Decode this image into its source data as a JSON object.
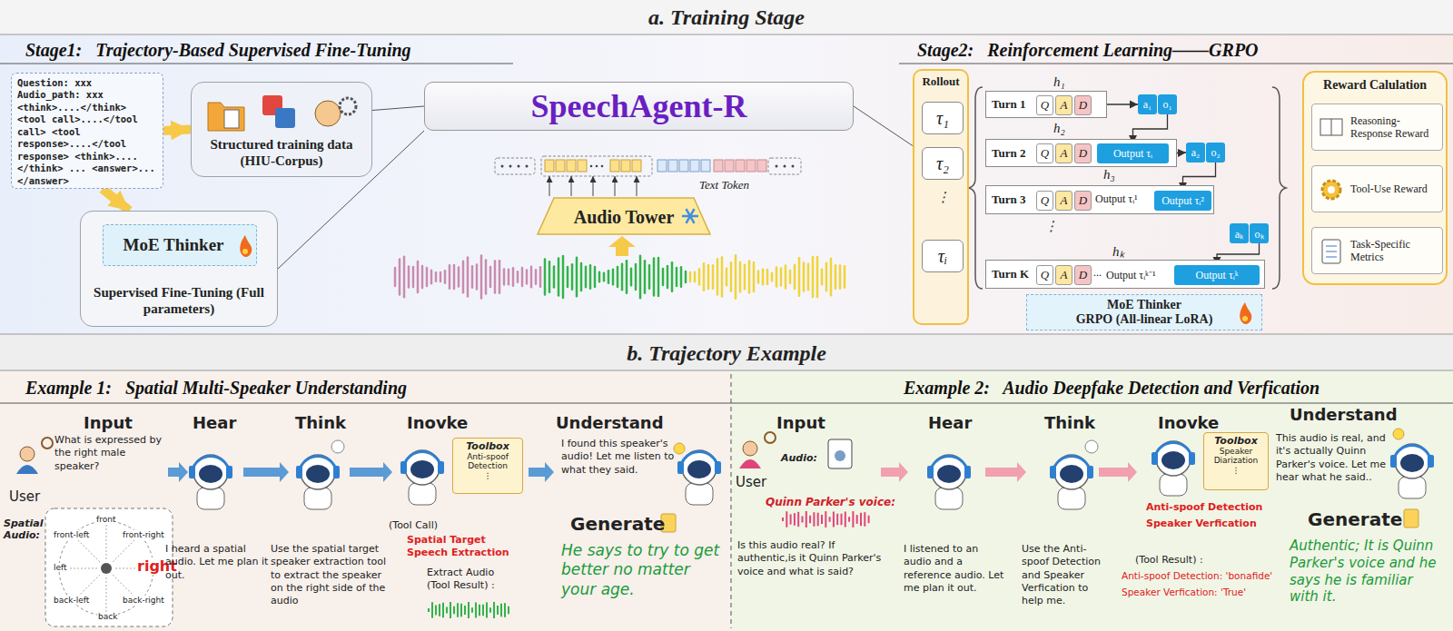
{
  "diagram": {
    "nodes": [
      {
        "text": [
          "Question: xxx Audio_path: xxx <think>....</think> <tool call>....</tool call> <tool response>....</tool response> <think>....</think> ... <answer>...</answer>"
        ]
      },
      {
        "text": [
          "Structured training data (HIU-Corpus)"
        ]
      },
      {
        "text": [
          "Supervised Fine-Tuning (Full parameters)"
        ]
      },
      {
        "text": [
          "MoE Thinker"
        ],
        "in": 2
      },
      {
        "text": [
          "SpeechAgent-R"
        ]
      },
      {
        "text": [
          "Audio Tower"
        ]
      },
      {
        "text": [
          "Rollout"
        ]
      },
      {
        "text": [
          "τ₁"
        ],
        "in": 6
      },
      {
        "text": [
          "τ₂"
        ],
        "in": 6
      },
      {
        "text": [
          "τᵢ"
        ],
        "in": 6
      },
      {
        "text": [
          "Turn 1"
        ]
      },
      {
        "text": [
          "Q"
        ],
        "in": 10
      },
      {
        "text": [
          "A"
        ],
        "in": 10
      },
      {
        "text": [
          "D"
        ],
        "in": 10
      },
      {
        "text": [
          "a₁"
        ]
      },
      {
        "text": [
          "o₁"
        ]
      },
      {
        "text": [
          "Turn 2"
        ]
      },
      {
        "text": [
          "Q"
        ],
        "in": 16
      },
      {
        "text": [
          "A"
        ],
        "in": 16
      },
      {
        "text": [
          "D"
        ],
        "in": 16
      },
      {
        "text": [
          "Output τᵢ"
        ],
        "in": 16
      },
      {
        "text": [
          "a₂"
        ]
      },
      {
        "text": [
          "o₂"
        ]
      },
      {
        "text": [
          "Turn 3"
        ]
      },
      {
        "text": [
          "Q"
        ],
        "in": 23
      },
      {
        "text": [
          "A"
        ],
        "in": 23
      },
      {
        "text": [
          "D"
        ],
        "in": 23
      },
      {
        "text": [
          "Output τᵢ²"
        ],
        "in": 23
      },
      {
        "text": [
          "aₖ"
        ]
      },
      {
        "text": [
          "oₖ"
        ]
      },
      {
        "text": [
          "Turn K"
        ]
      },
      {
        "text": [
          "Q"
        ],
        "in": 30
      },
      {
        "text": [
          "A"
        ],
        "in": 30
      },
      {
        "text": [
          "D"
        ],
        "in": 30
      },
      {
        "text": [
          "Output τᵢᵏ"
        ],
        "in": 30
      },
      {
        "text": [
          "MoE Thinker",
          "GRPO (All-linear LoRA)"
        ]
      },
      {
        "text": [
          "Reward Calulation"
        ]
      },
      {
        "text": [
          "Reasoning-Response Reward"
        ],
        "in": 36
      },
      {
        "text": [
          "Tool-Use Reward"
        ],
        "in": 36
      },
      {
        "text": [
          "Task-Specific Metrics"
        ],
        "in": 36
      },
      {
        "text": [
          "Toolbox",
          "Anti-spoof Detection",
          "⋮"
        ]
      },
      {
        "text": [
          "Toolbox",
          "Speaker Diarization",
          "⋮"
        ]
      }
    ],
    "edges": [
      {
        "from": 0,
        "to": 1,
        "arrow": "to"
      },
      {
        "from": 0,
        "to": 2,
        "arrow": "to"
      },
      {
        "from": 1,
        "to": 4,
        "arrow": "none"
      },
      {
        "from": 2,
        "to": 4,
        "arrow": "none"
      },
      {
        "from": 4,
        "to": 6,
        "arrow": "none"
      },
      {
        "from": 10,
        "to": 14,
        "arrow": "to"
      },
      {
        "from": 15,
        "to": 20,
        "arrow": "to"
      },
      {
        "from": 16,
        "to": 21,
        "arrow": "to"
      },
      {
        "from": 22,
        "to": 27,
        "arrow": "to"
      },
      {
        "from": 29,
        "to": 34,
        "arrow": "to"
      }
    ],
    "labels": [
      "a. Training Stage",
      "Stage1:   Trajectory-Based Supervised Fine-Tuning",
      "Stage2:   Reinforcement Learning——GRPO",
      "Text Token",
      "⋮",
      "h₁",
      "h₂",
      "h₃",
      "Output τᵢ¹",
      "⋮",
      "hₖ",
      "...",
      "Output τᵢᵏ⁻¹",
      "b. Trajectory Example",
      "Example 1:   Spatial Multi-Speaker Understanding",
      "Input",
      "Hear",
      "Think",
      "Inovke",
      "Understand",
      "What is expressed by the right male speaker?",
      "User",
      "Spatial Audio:",
      "front",
      "front-right",
      "front-left",
      "left",
      "right",
      "back-left",
      "back-right",
      "back",
      "I heard a spatial audio. Let me plan it out.",
      "Use the spatial target speaker extraction tool to extract the speaker on the right side of the audio",
      "(Tool Call)",
      "Spatial Target Speech Extraction",
      "Extract Audio (Tool Result) :",
      "I found this speaker's audio! Let me listen to what they said.",
      "Generate",
      "He says to try to get better no matter your age.",
      "Example 2:   Audio Deepfake Detection and Verfication",
      "Input",
      "Hear",
      "Think",
      "Inovke",
      "Understand",
      "Audio:",
      "Quinn Parker's voice:",
      "User",
      "Is this audio real? If authentic,is it Quinn Parker's voice and what is said?",
      "I listened to an audio and a reference audio. Let me plan it out.",
      "Use the Anti-spoof Detection and Speaker Verfication to help me.",
      "Anti-spoof Detection",
      "Speaker Verfication",
      "(Tool Result) :",
      "Anti-spoof Detection: 'bonafide'",
      "Speaker Verfication: 'True'",
      "This audio is real, and it's actually Quinn Parker's voice. Let me hear what he said..",
      "Generate",
      "Authentic; It is Quinn Parker's voice and he says he is familiar with it."
    ]
  }
}
